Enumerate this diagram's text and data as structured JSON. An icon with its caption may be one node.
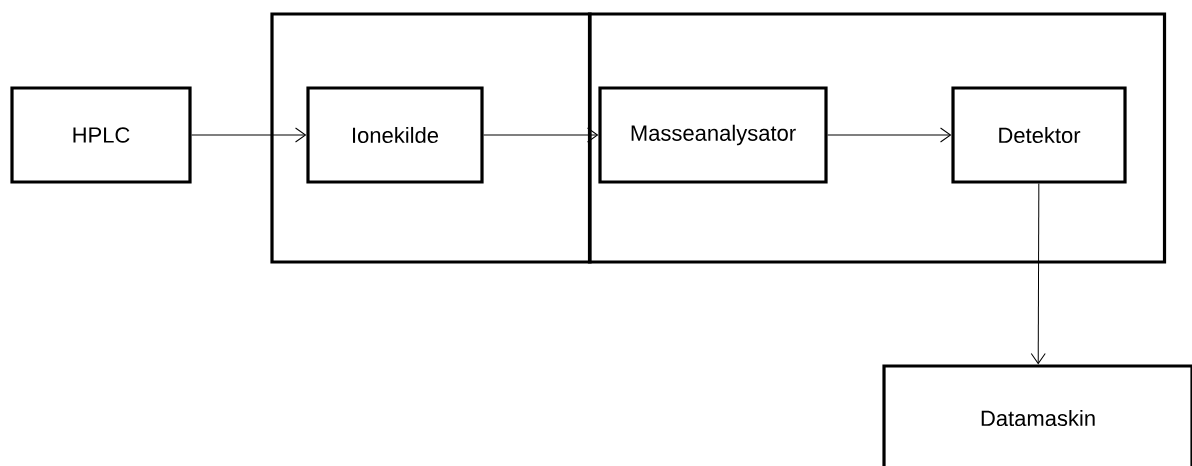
{
  "diagram": {
    "nodes": [
      {
        "text": [
          "HPLC"
        ]
      },
      {
        "text": [],
        "shape": "box"
      },
      {
        "text": [
          "Ionekilde"
        ],
        "in": 1
      },
      {
        "text": [],
        "shape": "box"
      },
      {
        "text": [
          "Masseanalysator"
        ],
        "in": 3
      },
      {
        "text": [
          "Detektor"
        ],
        "in": 3
      },
      {
        "text": [
          "Datamaskin"
        ]
      }
    ],
    "edges": [
      {
        "from": 0,
        "to": 2,
        "arrow": "to"
      },
      {
        "from": 2,
        "to": 4,
        "arrow": "to"
      },
      {
        "from": 4,
        "to": 5,
        "arrow": "to"
      },
      {
        "from": 5,
        "to": 6,
        "arrow": "to"
      }
    ]
  }
}
